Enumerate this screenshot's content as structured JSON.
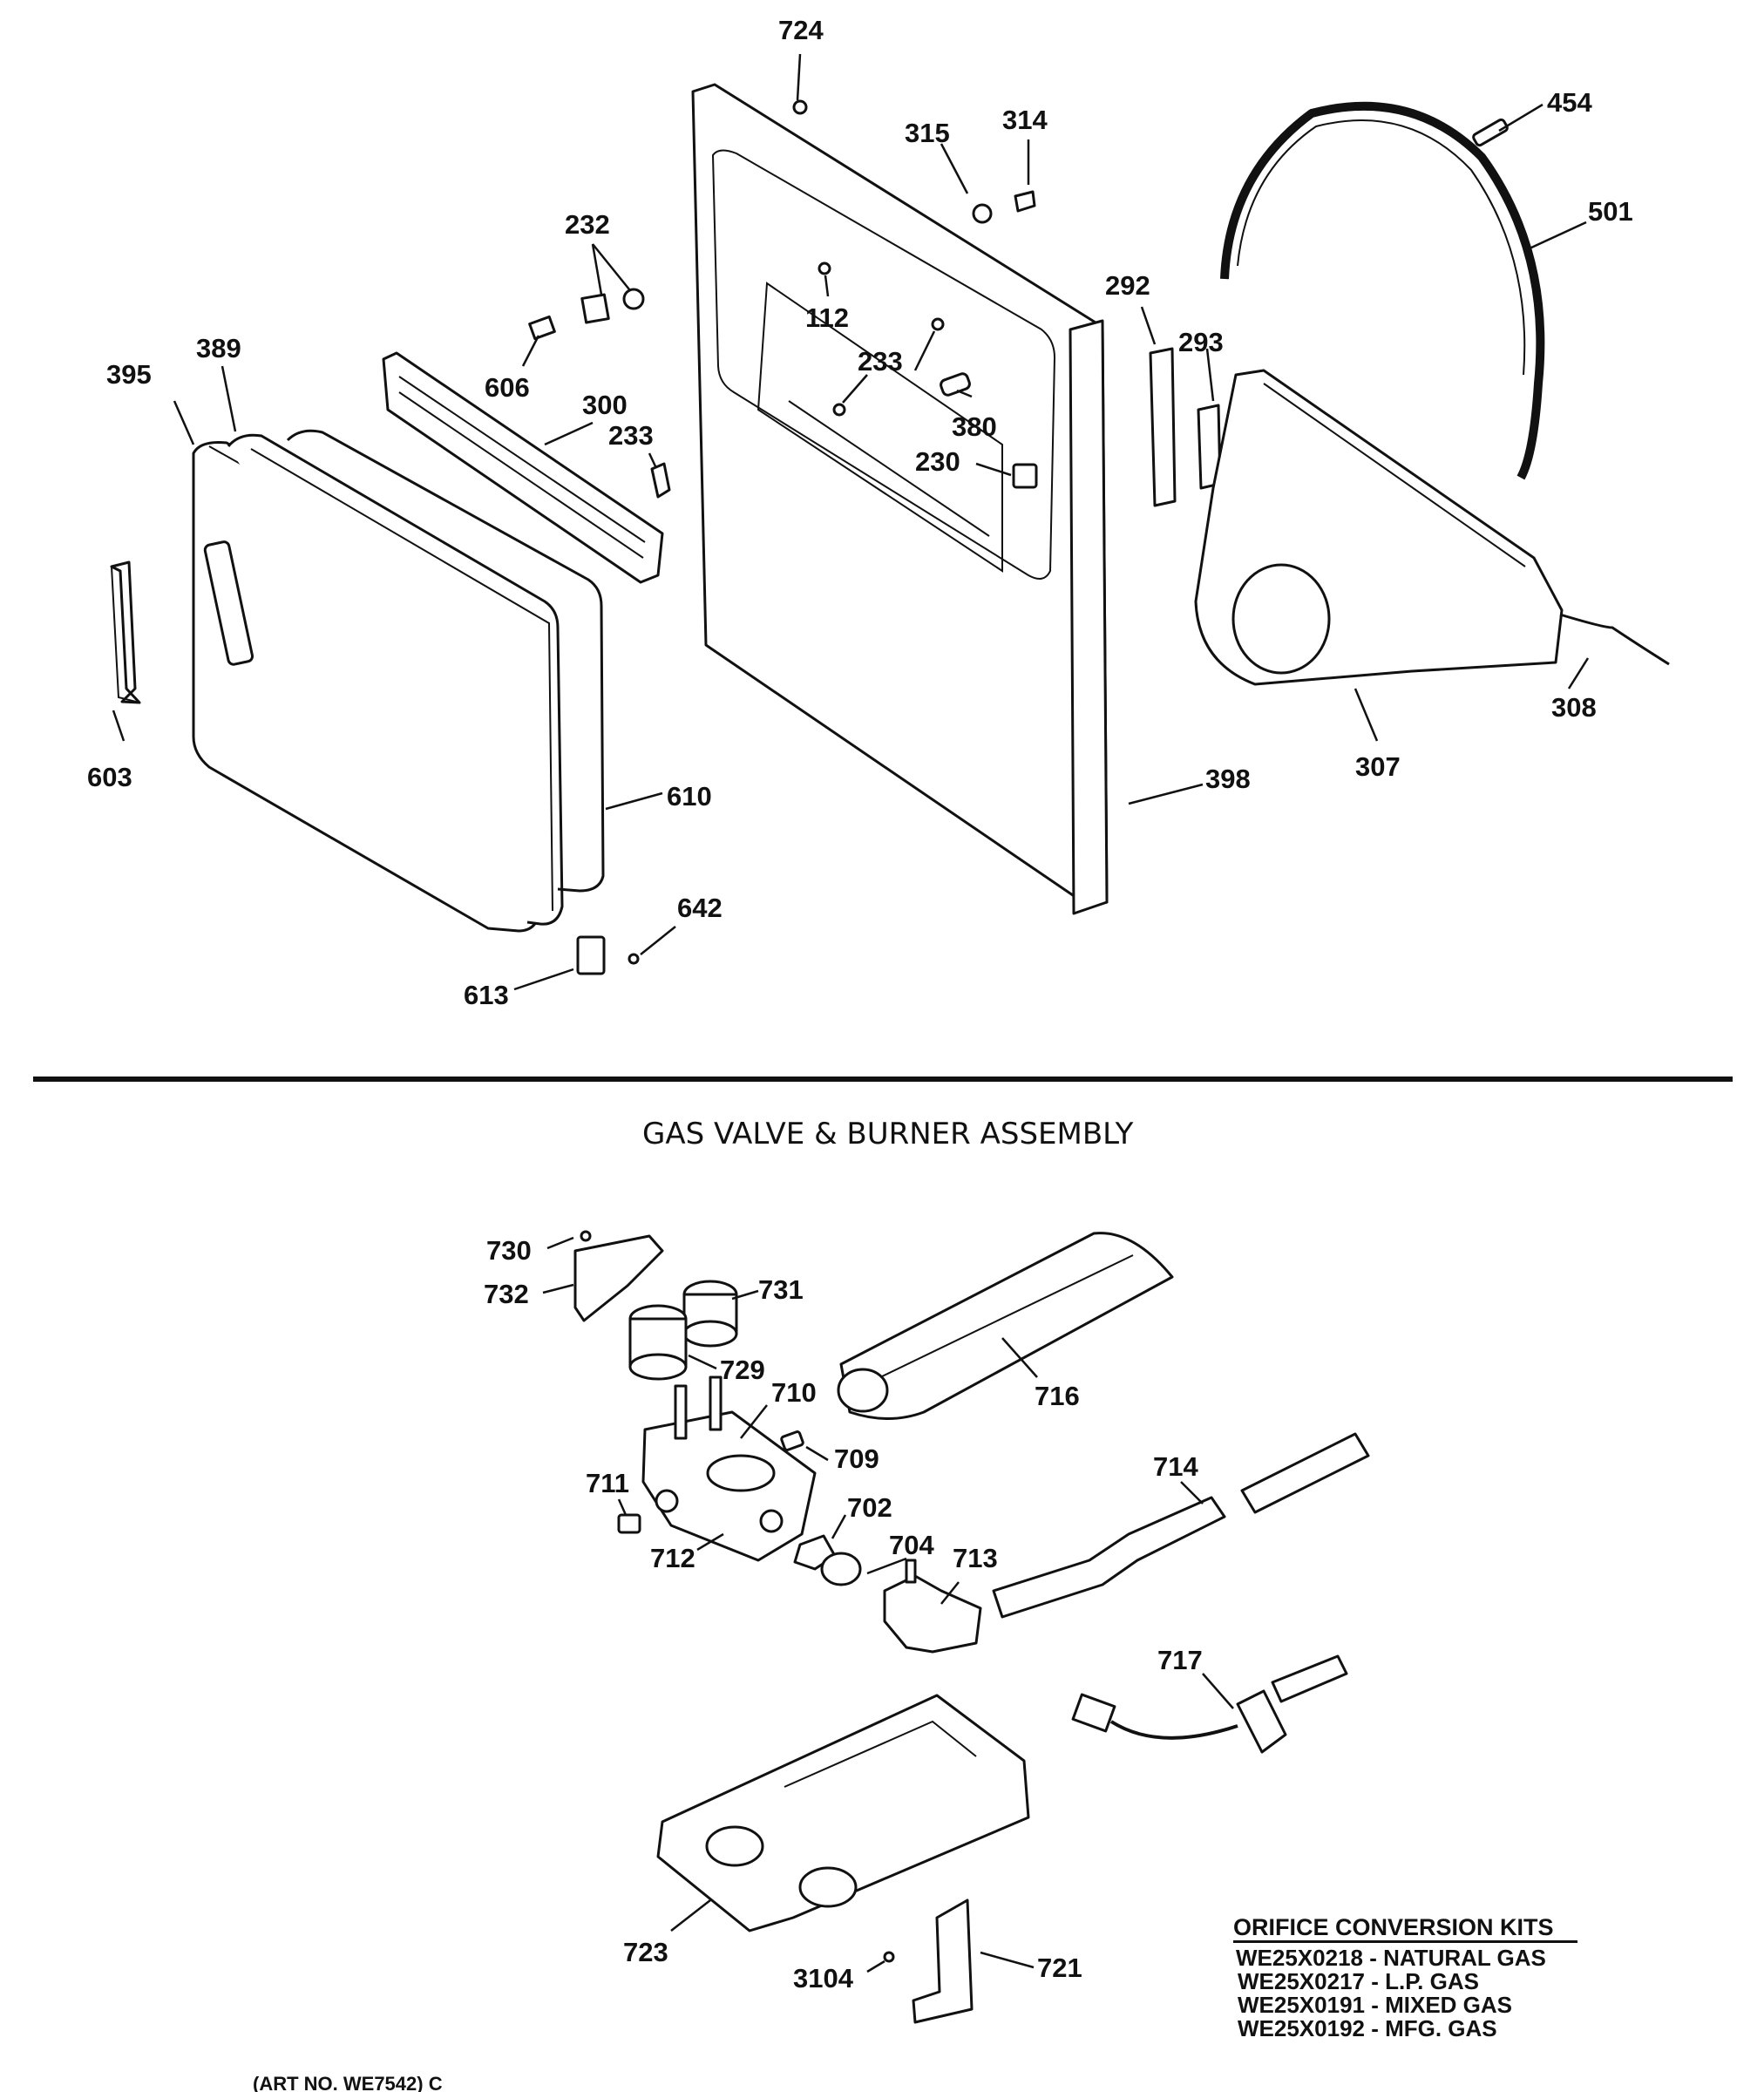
{
  "title": "GAS VALVE & BURNER ASSEMBLY",
  "callouts_top": [
    "724",
    "315",
    "314",
    "454",
    "501",
    "232",
    "112",
    "292",
    "293",
    "606",
    "233",
    "395",
    "389",
    "300",
    "233",
    "380",
    "230",
    "603",
    "610",
    "398",
    "307",
    "308",
    "642",
    "613"
  ],
  "callouts_bottom": [
    "730",
    "732",
    "731",
    "729",
    "716",
    "710",
    "709",
    "711",
    "712",
    "702",
    "704",
    "713",
    "714",
    "717",
    "723",
    "3104",
    "721"
  ],
  "kits": {
    "heading": "ORIFICE CONVERSION KITS",
    "items": [
      "WE25X0218 - NATURAL GAS",
      "WE25X0217 - L.P. GAS",
      "WE25X0191 - MIXED GAS",
      "WE25X0192 - MFG. GAS"
    ]
  },
  "art_no": "(ART NO. WE7542) C"
}
